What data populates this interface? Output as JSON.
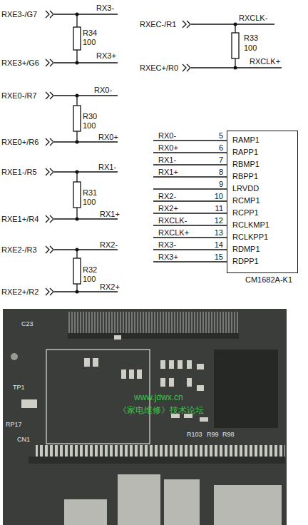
{
  "diagram": {
    "nodes": [
      {
        "text": [
          "RAMP1",
          "RAPP1",
          "RBMP1",
          "RBPP1",
          "LRVDD",
          "RCMP1",
          "RCPP1",
          "RCLKMP1",
          "RCLKPP1",
          "RDMP1",
          "RDPP1",
          "CM1682A-K1"
        ]
      }
    ],
    "labels": [
      "RXE3-/G7",
      "RX3-",
      "R34",
      "100",
      "RXE3+/G6",
      "RX3+",
      "RXEC-/R1",
      "RXCLK-",
      "R33",
      "100",
      "RXEC+/R0",
      "RXCLK+",
      "RXE0-/R7",
      "RX0-",
      "R30",
      "100",
      "RXE0+/R6",
      "RX0+",
      "RXE1-/R5",
      "RX1-",
      "R31",
      "100",
      "RXE1+/R4",
      "RX1+",
      "RXE2-/R3",
      "RX2-",
      "R32",
      "100",
      "RXE2+/R2",
      "RX2+",
      "RX0-",
      "5",
      "RX0+",
      "6",
      "RX1-",
      "7",
      "RX1+",
      "8",
      "9",
      "RX2-",
      "10",
      "RX2+",
      "11",
      "RXCLK-",
      "12",
      "RXCLK+",
      "13",
      "RX3-",
      "14",
      "RX3+",
      "15",
      "C23",
      "TP1",
      "RP17",
      "CN1",
      "R103",
      "R99",
      "R98",
      "www.jdwx.cn",
      "《家电维修》技术论坛"
    ]
  }
}
